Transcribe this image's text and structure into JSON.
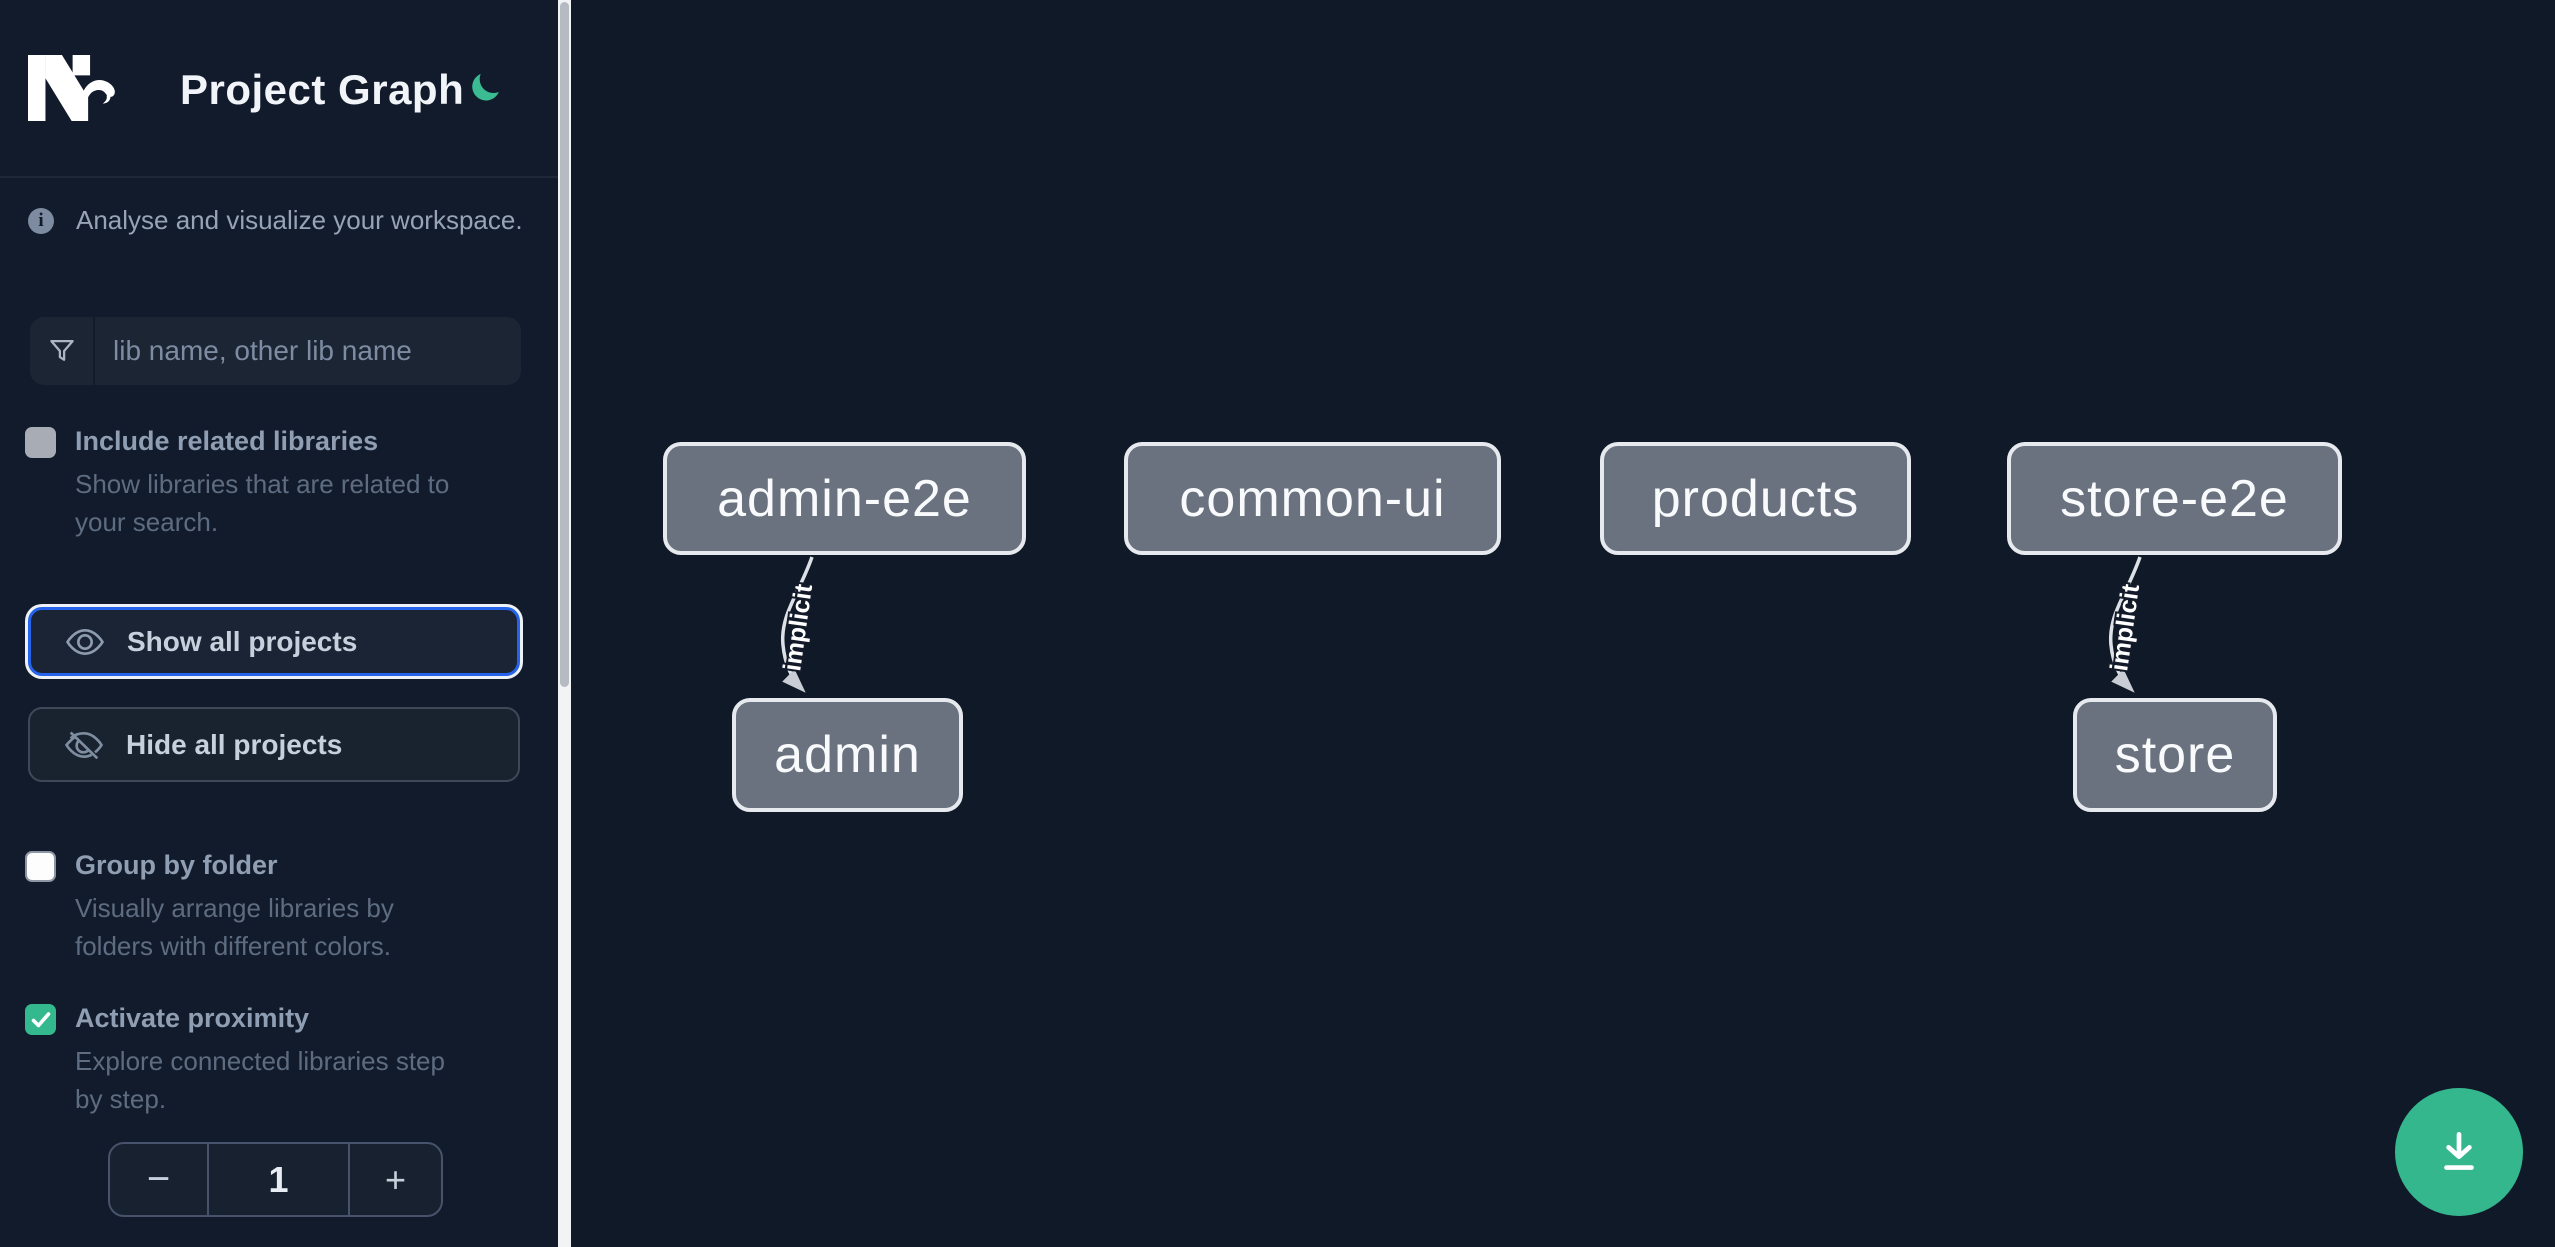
{
  "header": {
    "title": "Project Graph",
    "logo_icon": "nx-logo",
    "theme_icon": "moon-icon"
  },
  "intro": {
    "text": "Analyse and visualize your workspace."
  },
  "filter": {
    "placeholder": "lib name, other lib name"
  },
  "controls": {
    "include_related": {
      "label": "Include related libraries",
      "description_lines": [
        "Show libraries that are related to",
        "your search."
      ],
      "checked": false
    },
    "show_all": {
      "label": "Show all projects",
      "focused": true
    },
    "hide_all": {
      "label": "Hide all projects"
    },
    "group_by_folder": {
      "label": "Group by folder",
      "description_lines": [
        "Visually arrange libraries by",
        "folders with different colors."
      ],
      "checked": false
    },
    "activate_proximity": {
      "label": "Activate proximity",
      "description_lines": [
        "Explore connected libraries step",
        "by step."
      ],
      "checked": true
    },
    "proximity_stepper": {
      "decrement": "−",
      "value": "1",
      "increment": "+"
    }
  },
  "graph": {
    "nodes": [
      {
        "id": "admin-e2e",
        "label": "admin-e2e"
      },
      {
        "id": "common-ui",
        "label": "common-ui"
      },
      {
        "id": "products",
        "label": "products"
      },
      {
        "id": "store-e2e",
        "label": "store-e2e"
      },
      {
        "id": "admin",
        "label": "admin"
      },
      {
        "id": "store",
        "label": "store"
      }
    ],
    "edges": [
      {
        "from": "admin-e2e",
        "to": "admin",
        "label": "implicit",
        "type": "implicit"
      },
      {
        "from": "store-e2e",
        "to": "store",
        "label": "implicit",
        "type": "implicit"
      }
    ]
  },
  "fab": {
    "icon": "download-icon"
  },
  "colors": {
    "background": "#101928",
    "sidebar_background": "#121b2b",
    "accent_green": "#34b98f",
    "focus_blue": "#2563eb",
    "node_fill": "#6a7280",
    "node_border": "#e6e9ee",
    "edge_stroke": "#d6dade"
  }
}
